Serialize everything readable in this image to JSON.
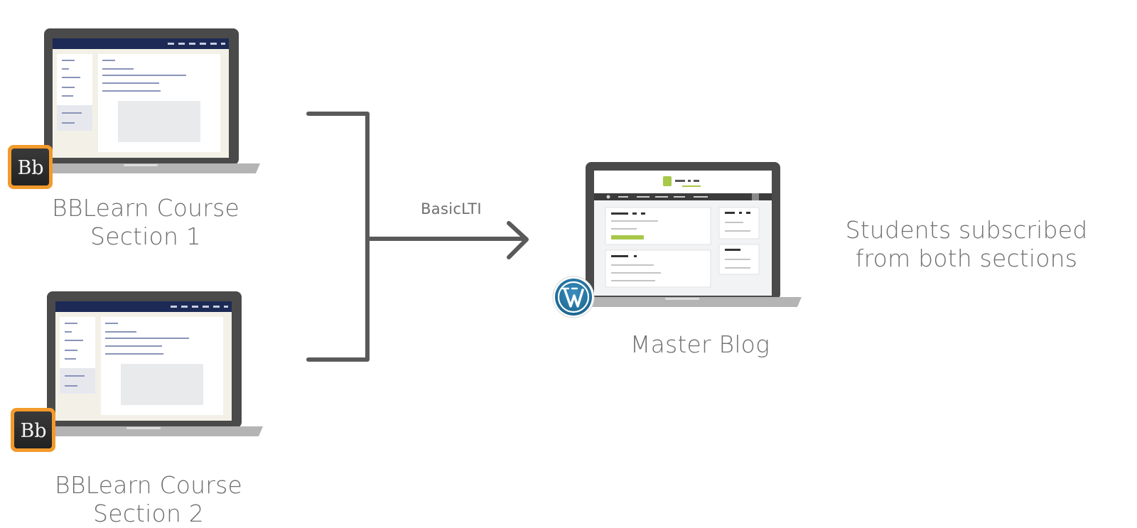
{
  "nodes": {
    "course1": {
      "line1": "BBLearn Course",
      "line2": "Section 1",
      "badge": "Bb"
    },
    "course2": {
      "line1": "BBLearn Course",
      "line2": "Section 2",
      "badge": "Bb"
    },
    "master": {
      "label": "Master Blog",
      "badge_icon": "wordpress-logo"
    },
    "students": {
      "line1": "Students subscribed",
      "line2": "from both sections"
    }
  },
  "connector": {
    "label": "BasicLTI"
  },
  "colors": {
    "text": "#6f6f6f",
    "connector": "#5a5a5a",
    "laptop_frame": "#4a4a4a",
    "lms_header": "#1c2a55",
    "badge_border": "#f29a2b",
    "badge_fill": "#2c2c2c",
    "blog_accent": "#a8c84a",
    "wordpress_blue": "#21759b"
  }
}
